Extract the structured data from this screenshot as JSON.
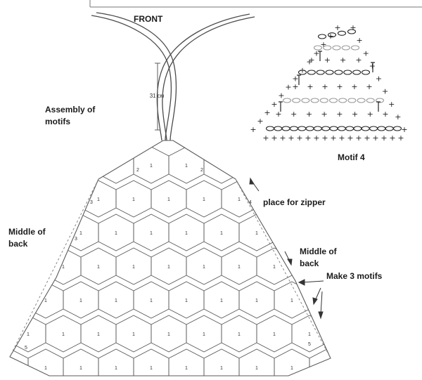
{
  "labels": {
    "front": "FRONT",
    "strap_length": "31 см",
    "assembly_line1": "Assembly of",
    "assembly_line2": "motifs",
    "zipper": "place for zipper",
    "middle_back_left_line1": "Middle of",
    "middle_back_left_line2": "back",
    "middle_back_right_line1": "Middle of",
    "middle_back_right_line2": "back",
    "make_motifs": "Make 3 motifs",
    "motif_title": "Motif 4"
  },
  "motif_numbers": [
    "1",
    "2",
    "3",
    "4",
    "5"
  ],
  "colors": {
    "line": "#4a4a4a",
    "grid": "#5a5a5a",
    "light_stitch": "#9a9a9a",
    "text": "#1b1b1b"
  }
}
